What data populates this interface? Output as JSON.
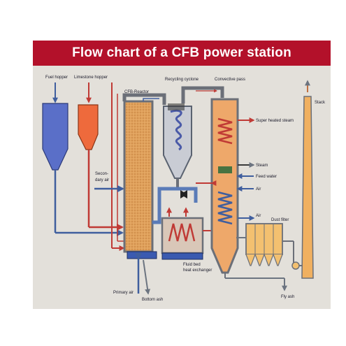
{
  "title": "Flow chart of a CFB power station",
  "labels": {
    "fuel_hopper": "Fuel hopper",
    "limestone_hopper": "Limestone hopper",
    "cfb_reactor": "CFB-Reactor",
    "recycling_cyclone": "Recycling cyclone",
    "convective_pass": "Convective pass",
    "secondary_air_1": "Secon-",
    "secondary_air_2": "dary air",
    "super_heated_steam": "Super heated steam",
    "steam": "Steam",
    "feed_water": "Feed water",
    "air_1": "Air",
    "air_2": "Air",
    "dust_filter": "Dust filter",
    "stack": "Stack",
    "primary_air": "Primary air",
    "bottom_ash": "Bottom ash",
    "fluid_bed_1": "Fluid bed",
    "fluid_bed_2": "heat exchanger",
    "fly_ash": "Fly ash"
  },
  "colors": {
    "title_bg": "#b3112a",
    "background": "#e3e0da",
    "fuel_hopper": "#5a6fc8",
    "limestone_hopper": "#ee6a3c",
    "reactor_sand": "#e0a15c",
    "flow_blue": "#5a7bb8",
    "flow_red": "#c03a35",
    "stack": "#f0b060"
  }
}
